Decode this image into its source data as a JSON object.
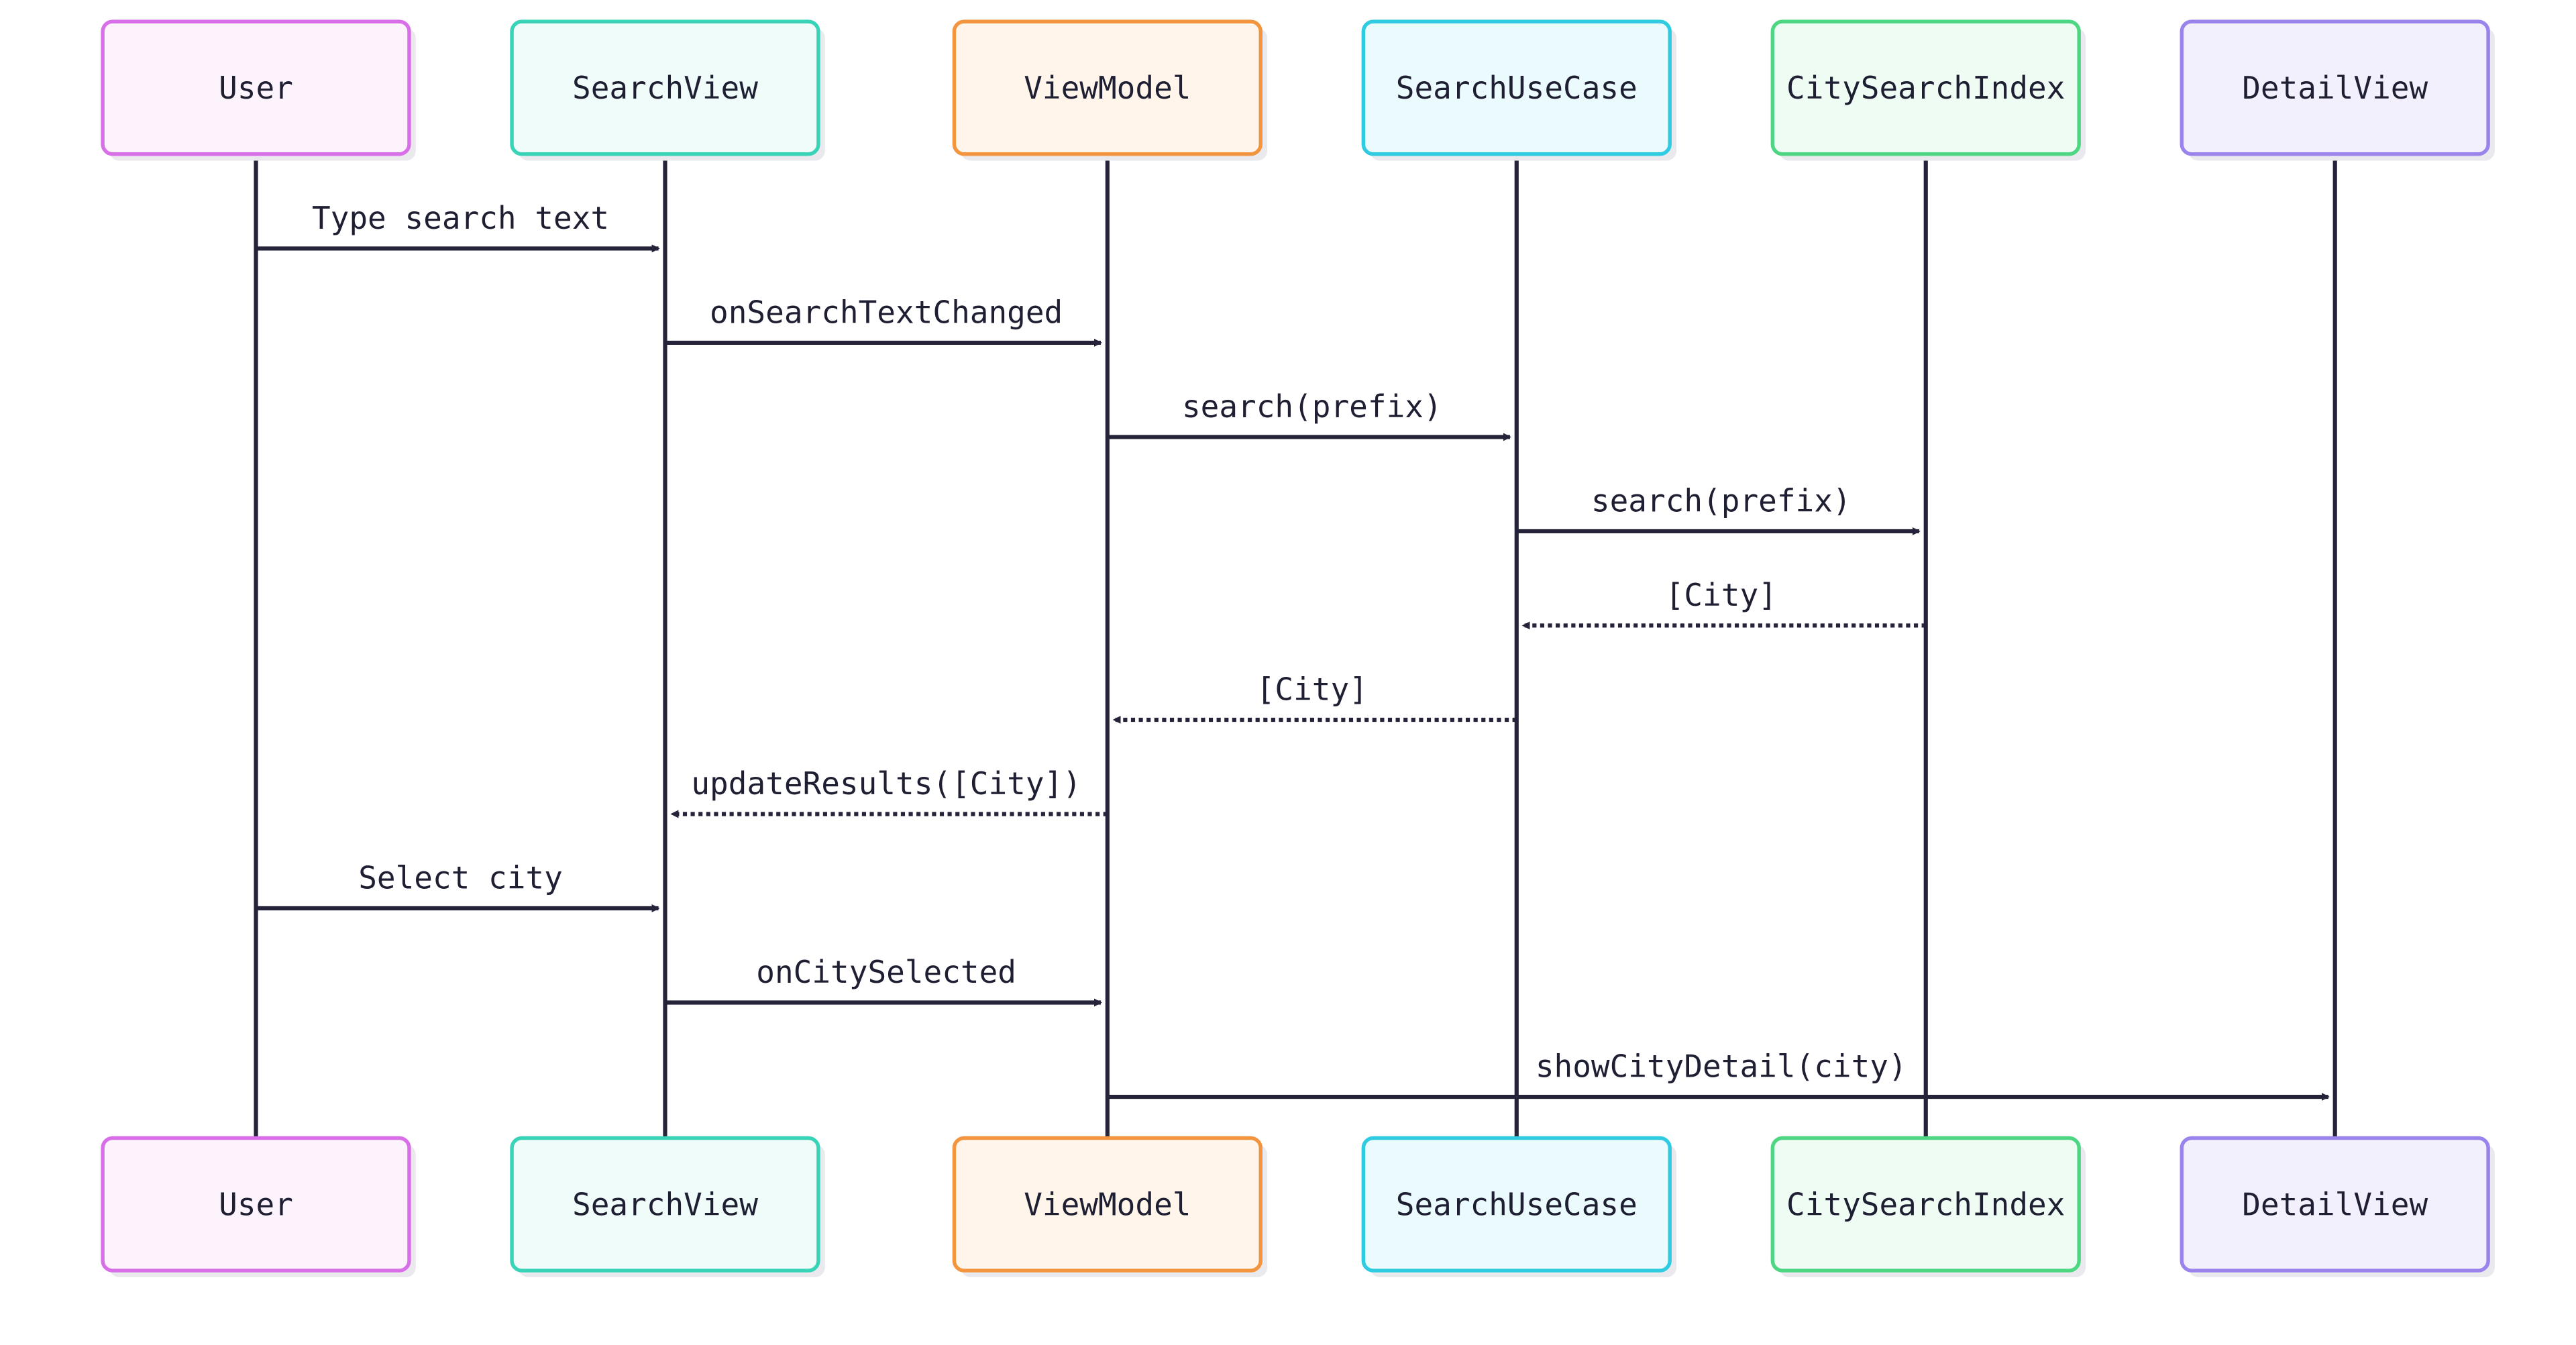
{
  "participants": [
    {
      "id": "user",
      "label": "User",
      "border": "#d86fe8",
      "fill": "#fdf3fd"
    },
    {
      "id": "searchview",
      "label": "SearchView",
      "border": "#39d3b8",
      "fill": "#effcf9"
    },
    {
      "id": "viewmodel",
      "label": "ViewModel",
      "border": "#f2953e",
      "fill": "#fff5ea"
    },
    {
      "id": "searchusecase",
      "label": "SearchUseCase",
      "border": "#2fcbe0",
      "fill": "#ebfbfd"
    },
    {
      "id": "citysearchindex",
      "label": "CitySearchIndex",
      "border": "#4fd683",
      "fill": "#eefcf3"
    },
    {
      "id": "detailview",
      "label": "DetailView",
      "border": "#9b83ec",
      "fill": "#f3f0fd"
    }
  ],
  "messages": [
    {
      "from": 0,
      "to": 1,
      "label": "Type search text",
      "style": "solid"
    },
    {
      "from": 1,
      "to": 2,
      "label": "onSearchTextChanged",
      "style": "solid"
    },
    {
      "from": 2,
      "to": 3,
      "label": "search(prefix)",
      "style": "solid"
    },
    {
      "from": 3,
      "to": 4,
      "label": "search(prefix)",
      "style": "solid"
    },
    {
      "from": 4,
      "to": 3,
      "label": "[City]",
      "style": "dotted"
    },
    {
      "from": 3,
      "to": 2,
      "label": "[City]",
      "style": "dotted"
    },
    {
      "from": 2,
      "to": 1,
      "label": "updateResults([City])",
      "style": "dotted"
    },
    {
      "from": 0,
      "to": 1,
      "label": "Select city",
      "style": "solid"
    },
    {
      "from": 1,
      "to": 2,
      "label": "onCitySelected",
      "style": "solid"
    },
    {
      "from": 2,
      "to": 5,
      "label": "showCityDetail(city)",
      "style": "solid"
    }
  ],
  "line_color": "#25233a",
  "shadow_color": "#e9e9ee"
}
